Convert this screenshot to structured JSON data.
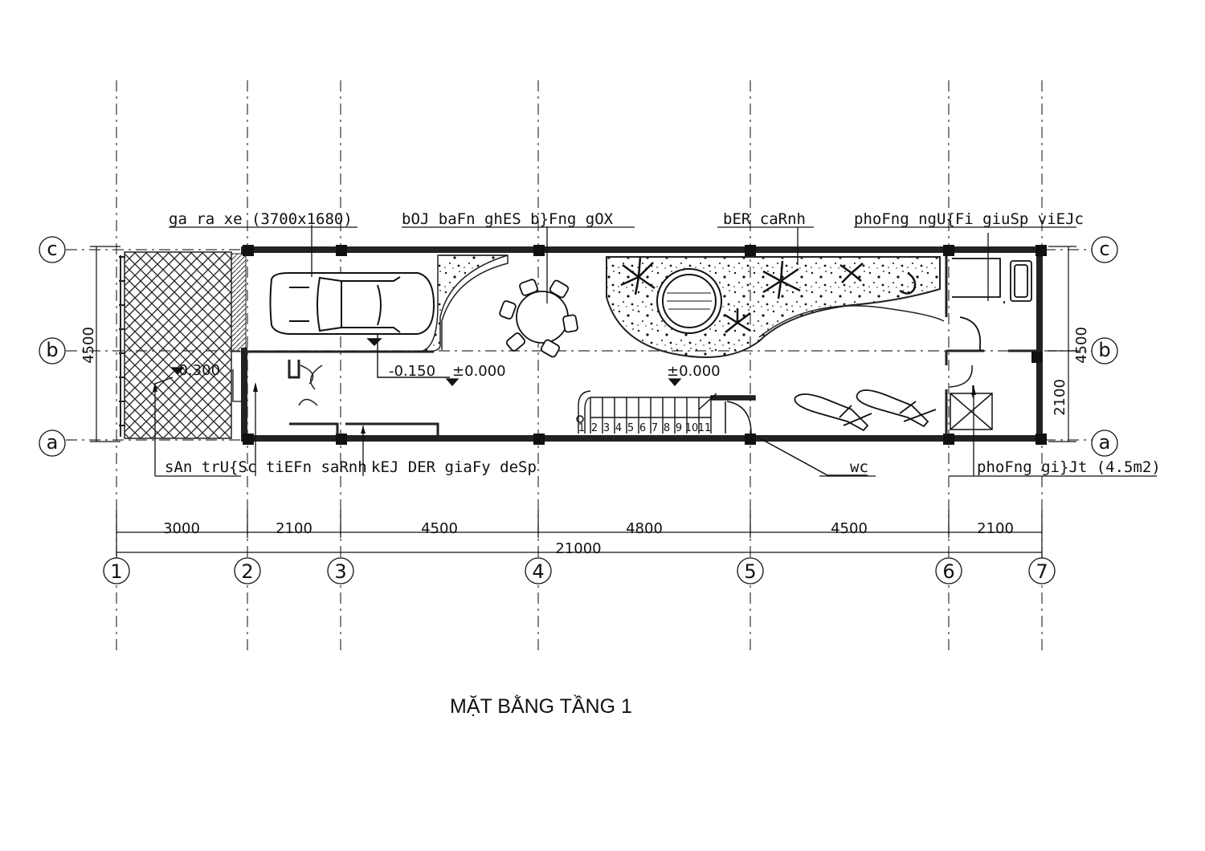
{
  "title": "MẶT BẰNG TẦNG 1",
  "grid_columns": [
    "1",
    "2",
    "3",
    "4",
    "5",
    "6",
    "7"
  ],
  "grid_rows": [
    "c",
    "b",
    "a"
  ],
  "dimensions": {
    "spans": [
      "3000",
      "2100",
      "4500",
      "4800",
      "4500",
      "2100"
    ],
    "total": "21000",
    "height_left": "4500",
    "height_right": "4500",
    "height_right_small": "2100"
  },
  "room_labels": {
    "garage": "ga ra xe (3700x1680)",
    "dining": "bOJ baFn ghES b}Fng gOX",
    "pond": "bER caRnh",
    "bedroom": "phoFng ngU{Fi giuSp viEJc",
    "yard": "sAn trU{Sc tiEFn saRnh",
    "shoe_cabinet": "kEJ DER giaFy deSp",
    "wc": "wc",
    "laundry": "phoFng gi}Jt (4.5m2)"
  },
  "levels": {
    "yard": "-0.300",
    "garage": "-0.150",
    "dining": "±0.000",
    "hall": "±0.000"
  },
  "stair_steps": [
    "1",
    "2",
    "3",
    "4",
    "5",
    "6",
    "7",
    "8",
    "9",
    "10",
    "11"
  ]
}
